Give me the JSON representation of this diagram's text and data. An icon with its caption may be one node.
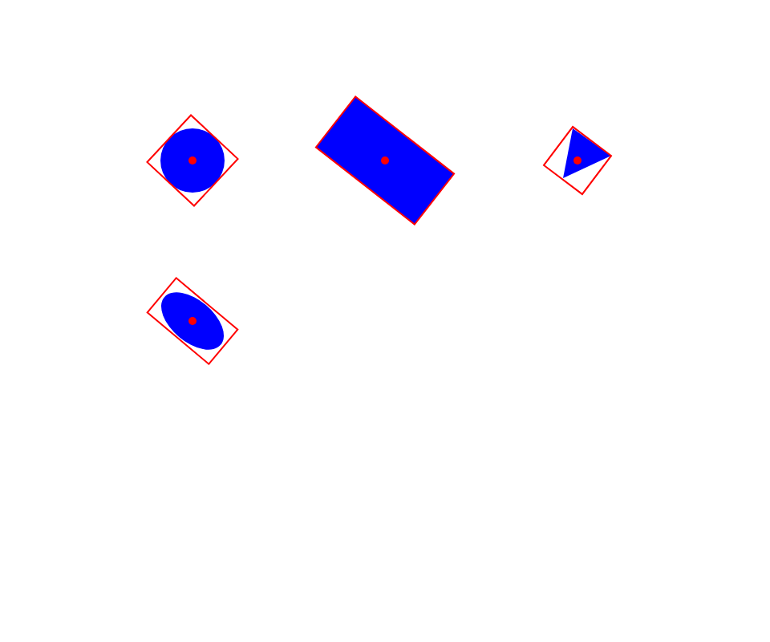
{
  "diagram": {
    "nodes": [
      {
        "text": [],
        "shape": "circle"
      },
      {
        "text": [],
        "shape": "box"
      },
      {
        "text": [],
        "shape": "triangle"
      },
      {
        "text": [],
        "shape": "ellipse"
      }
    ]
  }
}
